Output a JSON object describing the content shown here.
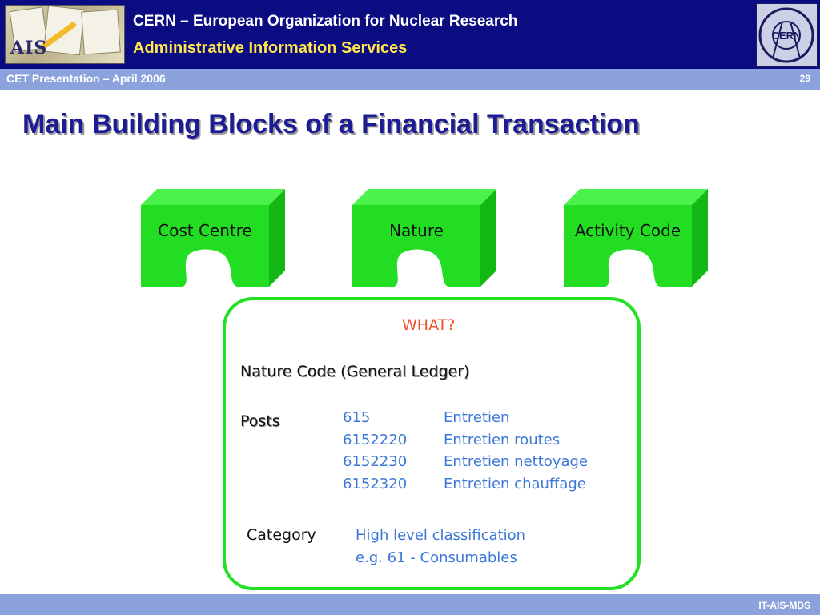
{
  "header": {
    "logo_text": "AIS",
    "title": "CERN – European Organization for Nuclear Research",
    "subtitle": "Administrative Information Services",
    "cern_logo_text": "CERN"
  },
  "band": {
    "left": "CET Presentation – April 2006",
    "page_number": "29"
  },
  "slide": {
    "title": "Main Building Blocks of a Financial Transaction"
  },
  "blocks": [
    {
      "label": "Cost Centre"
    },
    {
      "label": "Nature"
    },
    {
      "label": "Activity Code"
    }
  ],
  "info": {
    "question": "WHAT?",
    "heading": "Nature Code (General Ledger)",
    "posts_label": "Posts",
    "posts": [
      {
        "code": "615",
        "desc": "Entretien"
      },
      {
        "code": "6152220",
        "desc": "Entretien routes"
      },
      {
        "code": "6152230",
        "desc": "Entretien nettoyage"
      },
      {
        "code": "6152320",
        "desc": "Entretien chauffage"
      }
    ],
    "category_label": "Category",
    "category_lines": [
      "High level classification",
      "e.g. 61 - Consumables"
    ]
  },
  "footer": {
    "text": "IT-AIS-MDS"
  },
  "colors": {
    "header_bg": "#0b0b82",
    "band_bg": "#8ca2dc",
    "title_color": "#1c1c96",
    "block_green": "#22dd22",
    "box_border": "#22e022",
    "accent_orange": "#f0502a",
    "detail_blue": "#3c78d8"
  }
}
